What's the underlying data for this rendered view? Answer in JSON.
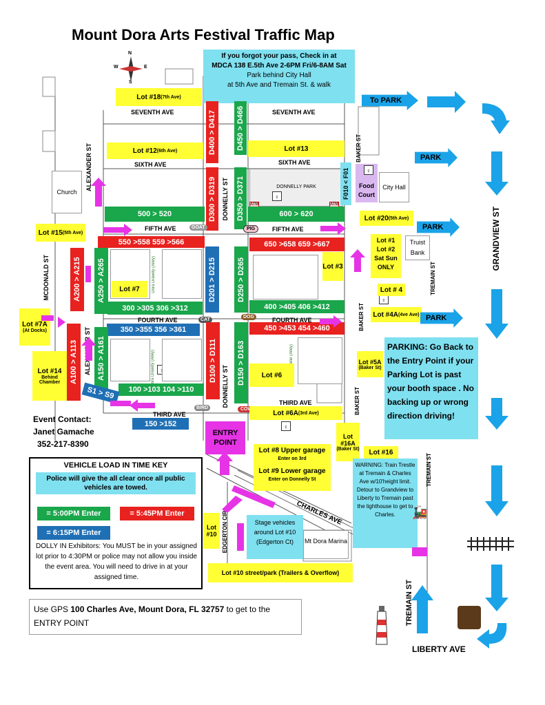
{
  "title": "Mount Dora Arts Festival Traffic Map",
  "pass_info": {
    "line1": "If you forgot your pass, Check in at",
    "line2": "MDCA 138 E.5th Ave  2-6PM Fri/6-8AM Sat",
    "line3": "Park behind City Hall",
    "line4": "at 5th Ave and Tremain St. & walk"
  },
  "streets": {
    "seventh_ave_left": "SEVENTH AVE",
    "seventh_ave_right": "SEVENTH AVE",
    "sixth_ave_left": "SIXTH AVE",
    "sixth_ave_right": "SIXTH AVE",
    "fifth_ave_left": "FIFTH AVE",
    "fifth_ave_right": "FIFTH AVE",
    "fourth_ave_left": "FOURTH AVE",
    "fourth_ave_right": "FOURTH AVE",
    "third_ave_left": "THIRD AVE",
    "third_ave_right": "THIRD AVE",
    "alexander_upper": "ALEXANDER ST",
    "alexander_lower": "ALEXANDER ST",
    "mcdonald": "MCDONALD ST",
    "donnelly_upper": "DONNELLY ST",
    "donnelly_lower": "DONNELLY ST",
    "baker_1": "BAKER ST",
    "baker_2": "BAKER ST",
    "baker_3": "BAKER ST",
    "tremain_1": "TREMAIN ST",
    "tremain_2": "TREMAIN ST",
    "tremain_3": "TREMAIN ST",
    "grandview": "GRANDVIEW  ST",
    "charles": "CHARLES AVE",
    "edgerton": "EDGERTON CIR",
    "liberty": "LIBERTY AVE"
  },
  "lots": {
    "lot18": "Lot #18",
    "lot18_sub": "(7th Ave)",
    "lot12": "Lot #12",
    "lot12_sub": "(6th Ave)",
    "lot13": "Lot #13",
    "lot15": "Lot #15",
    "lot15_sub": "(5th Ave)",
    "lot7": "Lot #7",
    "lot7a": "Lot #7A",
    "lot7a_sub": "(At Docks)",
    "lot14": "Lot #14",
    "lot14_sub": "Behind Chamber",
    "lot3": "Lot #3",
    "lot6": "Lot #6",
    "lot6a": "Lot #6A",
    "lot6a_sub": "(3rd Ave)",
    "lot8": "Lot #8 Upper garage",
    "lot8_sub": "Enter on 3rd",
    "lot9": "Lot #9 Lower garage",
    "lot9_sub": "Enter on Donnelly St",
    "lot10": "Lot #10",
    "lot10_bottom": "Lot #10 street/park (Trailers & Overflow)",
    "lot16": "Lot #16",
    "lot16a": "Lot #16A",
    "lot16a_sub": "(Baker St)",
    "lot20": "Lot #20",
    "lot20_sub": "(5th Ave)",
    "lot1": "Lot #1",
    "lot2": "Lot #2",
    "lot12_only": "Sat Sun ONLY",
    "lot4": "Lot # 4",
    "lot4a": "Lot #4A",
    "lot4a_sub": "(4ve Ave)",
    "lot5a": "Lot #5A",
    "lot5a_sub": "(Baker St)"
  },
  "bands": {
    "g500": "500  >  520",
    "g600": "600  >  620",
    "r550": "550 >558   559 >566",
    "r650": "650 >658   659 >667",
    "g300": "300 >305    306 >312",
    "g400": "400 >405   406 >412",
    "b350": "350 >355   356 >361",
    "r450": "450 >453    454 >460",
    "g100": "100 >103   104 >110",
    "b150": "150  >152",
    "b_s1": "S1  > S9",
    "d400": "D400 > D417",
    "d450": "D450 > D466",
    "d300": "D300 > D319",
    "d350": "D350 > D371",
    "f010": "F010 < F01",
    "a200": "A200 > A215",
    "a250": "A250 > A265",
    "d201": "D201 > D215",
    "d250": "D250 > D265",
    "a100": "A100 > A113",
    "a150": "A150 > A161",
    "d100": "D100 > D111",
    "d150": "D150 > D163"
  },
  "places": {
    "church": "Church",
    "donnelly_park": "DONNELLY PARK",
    "food_court": "Food Court",
    "city_hall": "City Hall",
    "truist_bank": "Truist Bank",
    "marina": "Mt Dora Marina",
    "entry_point": "ENTRY POINT",
    "atm": "ATM",
    "dora_drawdy": "Dora Drawdy (Alley)",
    "royellou": "Royellou Lane (Alley)",
    "stage": "Stage vehicles around Lot #10 (Edgerton Ct)"
  },
  "animals": {
    "goat": "GOAT",
    "pig": "PIG",
    "cat": "CAT",
    "dog": "DOG",
    "bird": "BIRD",
    "cow": "COW"
  },
  "park_arrows": {
    "to_park": "To PARK",
    "park1": "PARK",
    "park2": "PARK",
    "park3": "PARK"
  },
  "parking_note": "PARKING: Go Back to the Entry Point if your Parking Lot is past your booth space . No backing up or wrong direction driving!",
  "warning_note": "WARNING: Train Trestle at Tremain & Charles Ave w/10'height limit. Detour to Grandview to Liberty to Tremain past the lighthouse to get to Charles.",
  "contact": {
    "label": "Event Contact:",
    "name": "Janet Gamache",
    "phone": "352-217-8390"
  },
  "key": {
    "title": "VEHICLE LOAD IN TIME KEY",
    "police": "Police will give the all clear once all public vehicles are towed.",
    "green": "= 5:00PM Enter",
    "red": "= 5:45PM Enter",
    "blue": "= 6:15PM Enter",
    "dolly": "DOLLY IN Exhibitors: You MUST be in your assigned lot prior to 4:30PM or police may not allow you inside the event area. You will need to drive in at your assigned time."
  },
  "gps": {
    "prefix": "Use GPS ",
    "address": "100 Charles Ave, Mount Dora, FL 32757",
    "suffix": " to get to the ENTRY POINT"
  },
  "compass": {
    "n": "N",
    "s": "S",
    "e": "E",
    "w": "W"
  },
  "colors": {
    "green": "#1aa64b",
    "red": "#e8221f",
    "blue": "#1f6fb5",
    "yellow": "#ffff33",
    "cyan": "#7fe0f0",
    "magenta": "#e633e6",
    "sky": "#1aa3e8"
  }
}
